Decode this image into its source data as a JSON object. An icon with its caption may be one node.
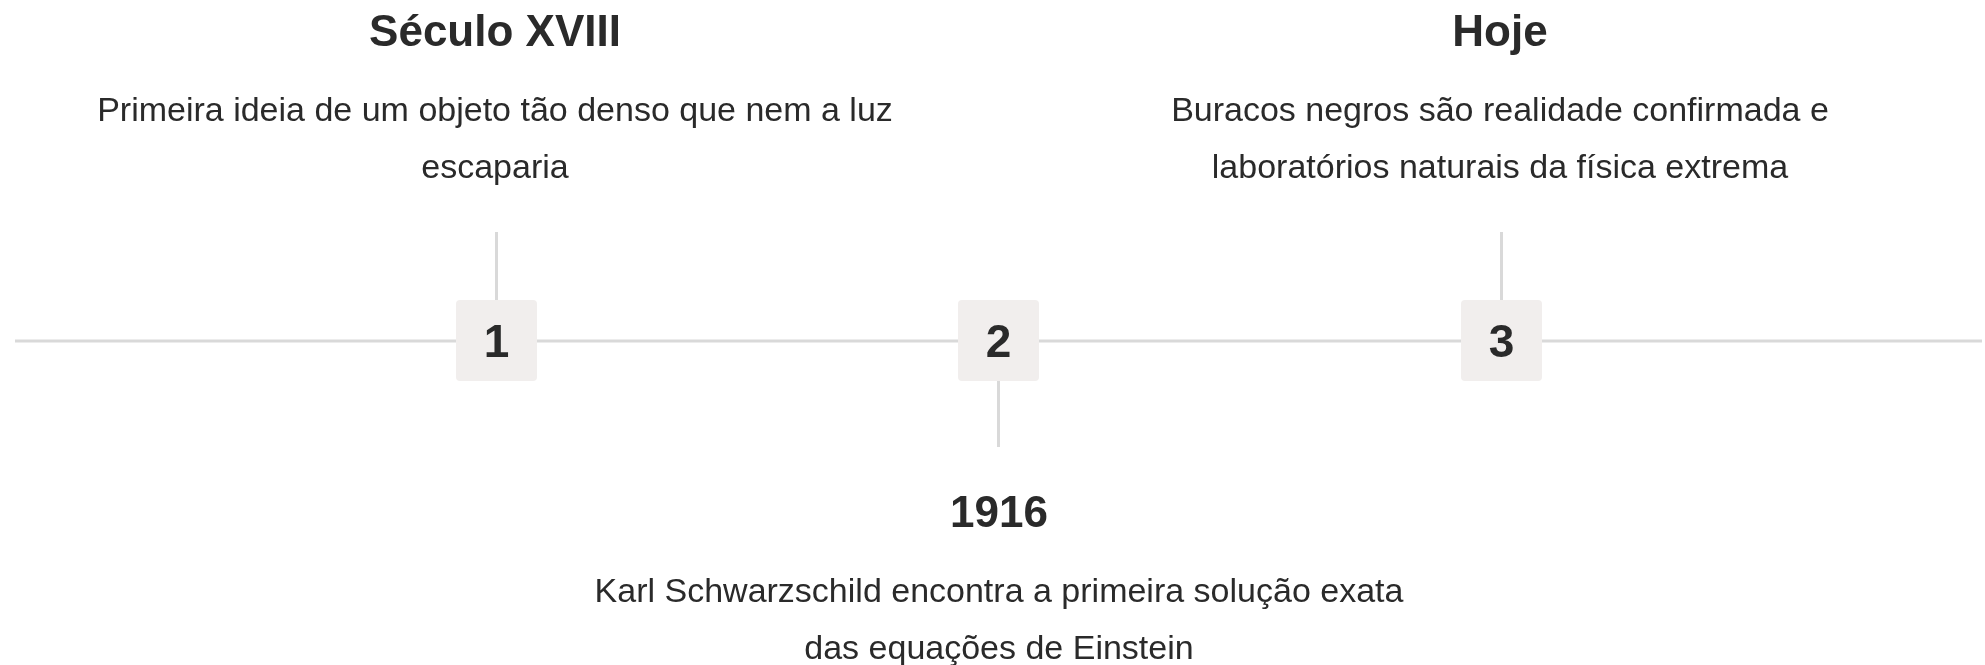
{
  "diagram": {
    "nodes": [
      {
        "text": [
          "1"
        ]
      },
      {
        "text": [
          "2"
        ]
      },
      {
        "text": [
          "3"
        ]
      },
      {
        "text": [
          "Século XVIII",
          "Primeira ideia de um objeto tão denso que nem a luz escaparia"
        ]
      },
      {
        "text": [
          "1916",
          "Karl Schwarzschild encontra a primeira solução exata das equações de Einstein"
        ]
      },
      {
        "text": [
          "Hoje",
          "Buracos negros são realidade confirmada e laboratórios naturais da física extrema"
        ]
      }
    ],
    "edges": [
      {
        "from": null,
        "to": 0,
        "arrow": "none"
      },
      {
        "from": 0,
        "to": 1,
        "arrow": "none"
      },
      {
        "from": 1,
        "to": 2,
        "arrow": "none"
      },
      {
        "from": 2,
        "to": null,
        "arrow": "none"
      },
      {
        "from": 0,
        "to": 3,
        "arrow": "none"
      },
      {
        "from": 1,
        "to": 4,
        "arrow": "none"
      },
      {
        "from": 2,
        "to": 5,
        "arrow": "none"
      }
    ]
  }
}
